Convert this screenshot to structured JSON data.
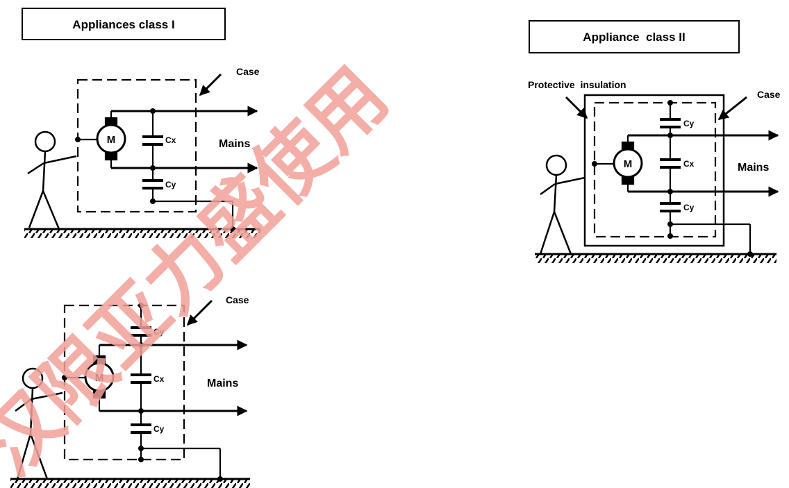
{
  "diagram_a": {
    "title": "Appliances class I",
    "case_label": "Case",
    "mains_label": "Mains",
    "motor_label": "M",
    "cap_x": "Cx",
    "cap_y": "Cy"
  },
  "diagram_b": {
    "case_label": "Case",
    "mains_label": "Mains",
    "motor_label": "M",
    "cap_y_top": "Cy",
    "cap_x": "Cx",
    "cap_y_bottom": "Cy"
  },
  "diagram_c": {
    "title": "Appliance  class II",
    "insulation_label": "Protective  insulation",
    "case_label": "Case",
    "mains_label": "Mains",
    "motor_label": "M",
    "cap_y_top": "Cy",
    "cap_x": "Cx",
    "cap_y_bottom": "Cy"
  },
  "watermark": {
    "text": "汉限亚力盛使用",
    "color": "#f2a09a"
  }
}
